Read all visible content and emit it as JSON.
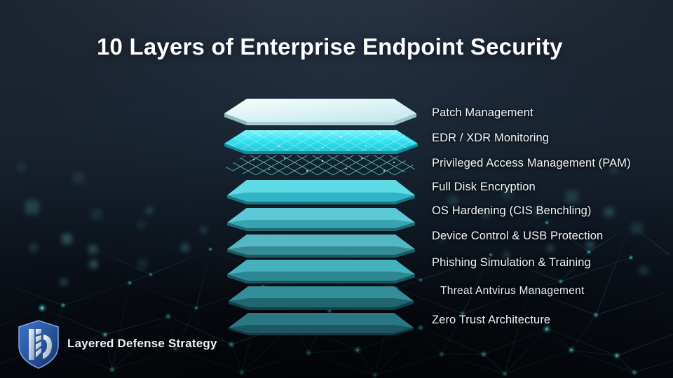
{
  "slide": {
    "title": "10 Layers of Enterprise Endpoint Security",
    "background_color": "#18222f",
    "accent_color": "#3fe0e8",
    "title_color": "#fdfeff"
  },
  "layers": [
    {
      "label": "Patch Management",
      "style": "normal",
      "plate_color": "#e4f5f6"
    },
    {
      "label": "EDR / XDR Monitoring",
      "style": "normal",
      "plate_color": "#2fe2ee"
    },
    {
      "label": "Privileged Access Management (PAM)",
      "style": "normal",
      "plate_color": "#1d6b77"
    },
    {
      "label": "Full Disk Encryption",
      "style": "normal",
      "plate_color": "#44d2de"
    },
    {
      "label": "OS Hardening (CIS Benchling)",
      "style": "normal",
      "plate_color": "#4ac6d4"
    },
    {
      "label": "Device Control & USB Protection",
      "style": "normal",
      "plate_color": "#46b4c2"
    },
    {
      "label": "Phishing Simulation & Training",
      "style": "normal",
      "plate_color": "#41a3b2"
    },
    {
      "label": "Threat Antvirus Management",
      "style": "indent",
      "plate_color": "#2f7f8d"
    },
    {
      "label": "Zero Trust Architecture",
      "style": "normal",
      "plate_color": "#256c78"
    }
  ],
  "brand": {
    "name": "Layered Defense Strategy",
    "logo_icon": "shield-logo-icon",
    "logo_color": "#2f5fa8"
  }
}
